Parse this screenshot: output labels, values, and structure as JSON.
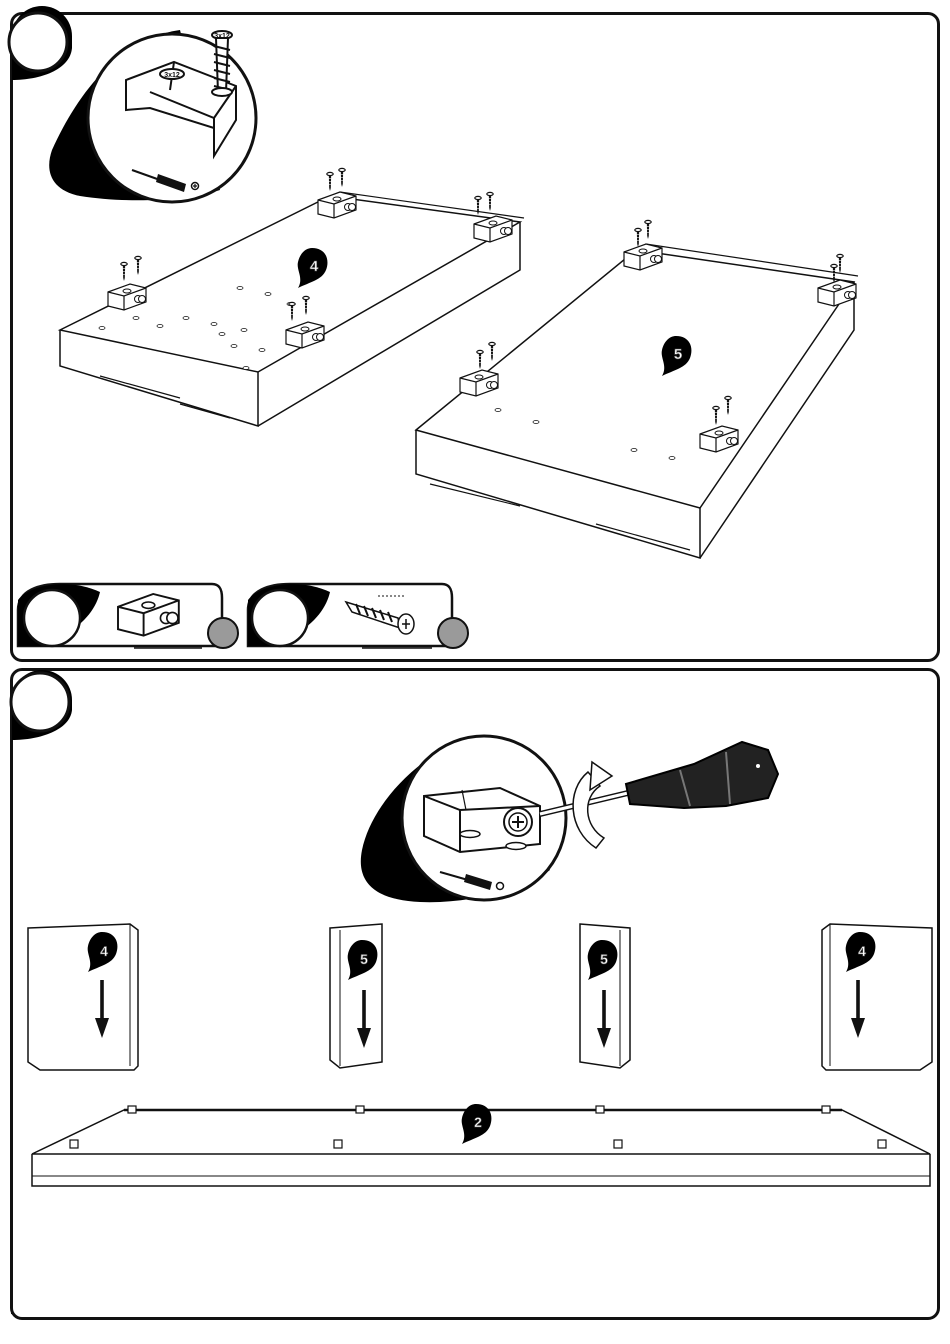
{
  "step_top": {
    "panel_labels": {
      "left": "4",
      "right": "5"
    },
    "screw_head_marking": "3x12",
    "parts": [
      {
        "name": "cam-connector-housing",
        "count": ""
      },
      {
        "name": "wood-screw",
        "count": ""
      }
    ]
  },
  "step_bottom": {
    "side_labels": [
      "4",
      "5",
      "5",
      "4"
    ],
    "base_label": "2"
  },
  "colors": {
    "ink": "#111111",
    "fill_grey": "#9a9a9a",
    "callout_black": "#000000"
  },
  "icons": [
    "screwdriver-icon",
    "rotate-arrow-icon",
    "down-arrow-icon",
    "step-badge-icon"
  ]
}
